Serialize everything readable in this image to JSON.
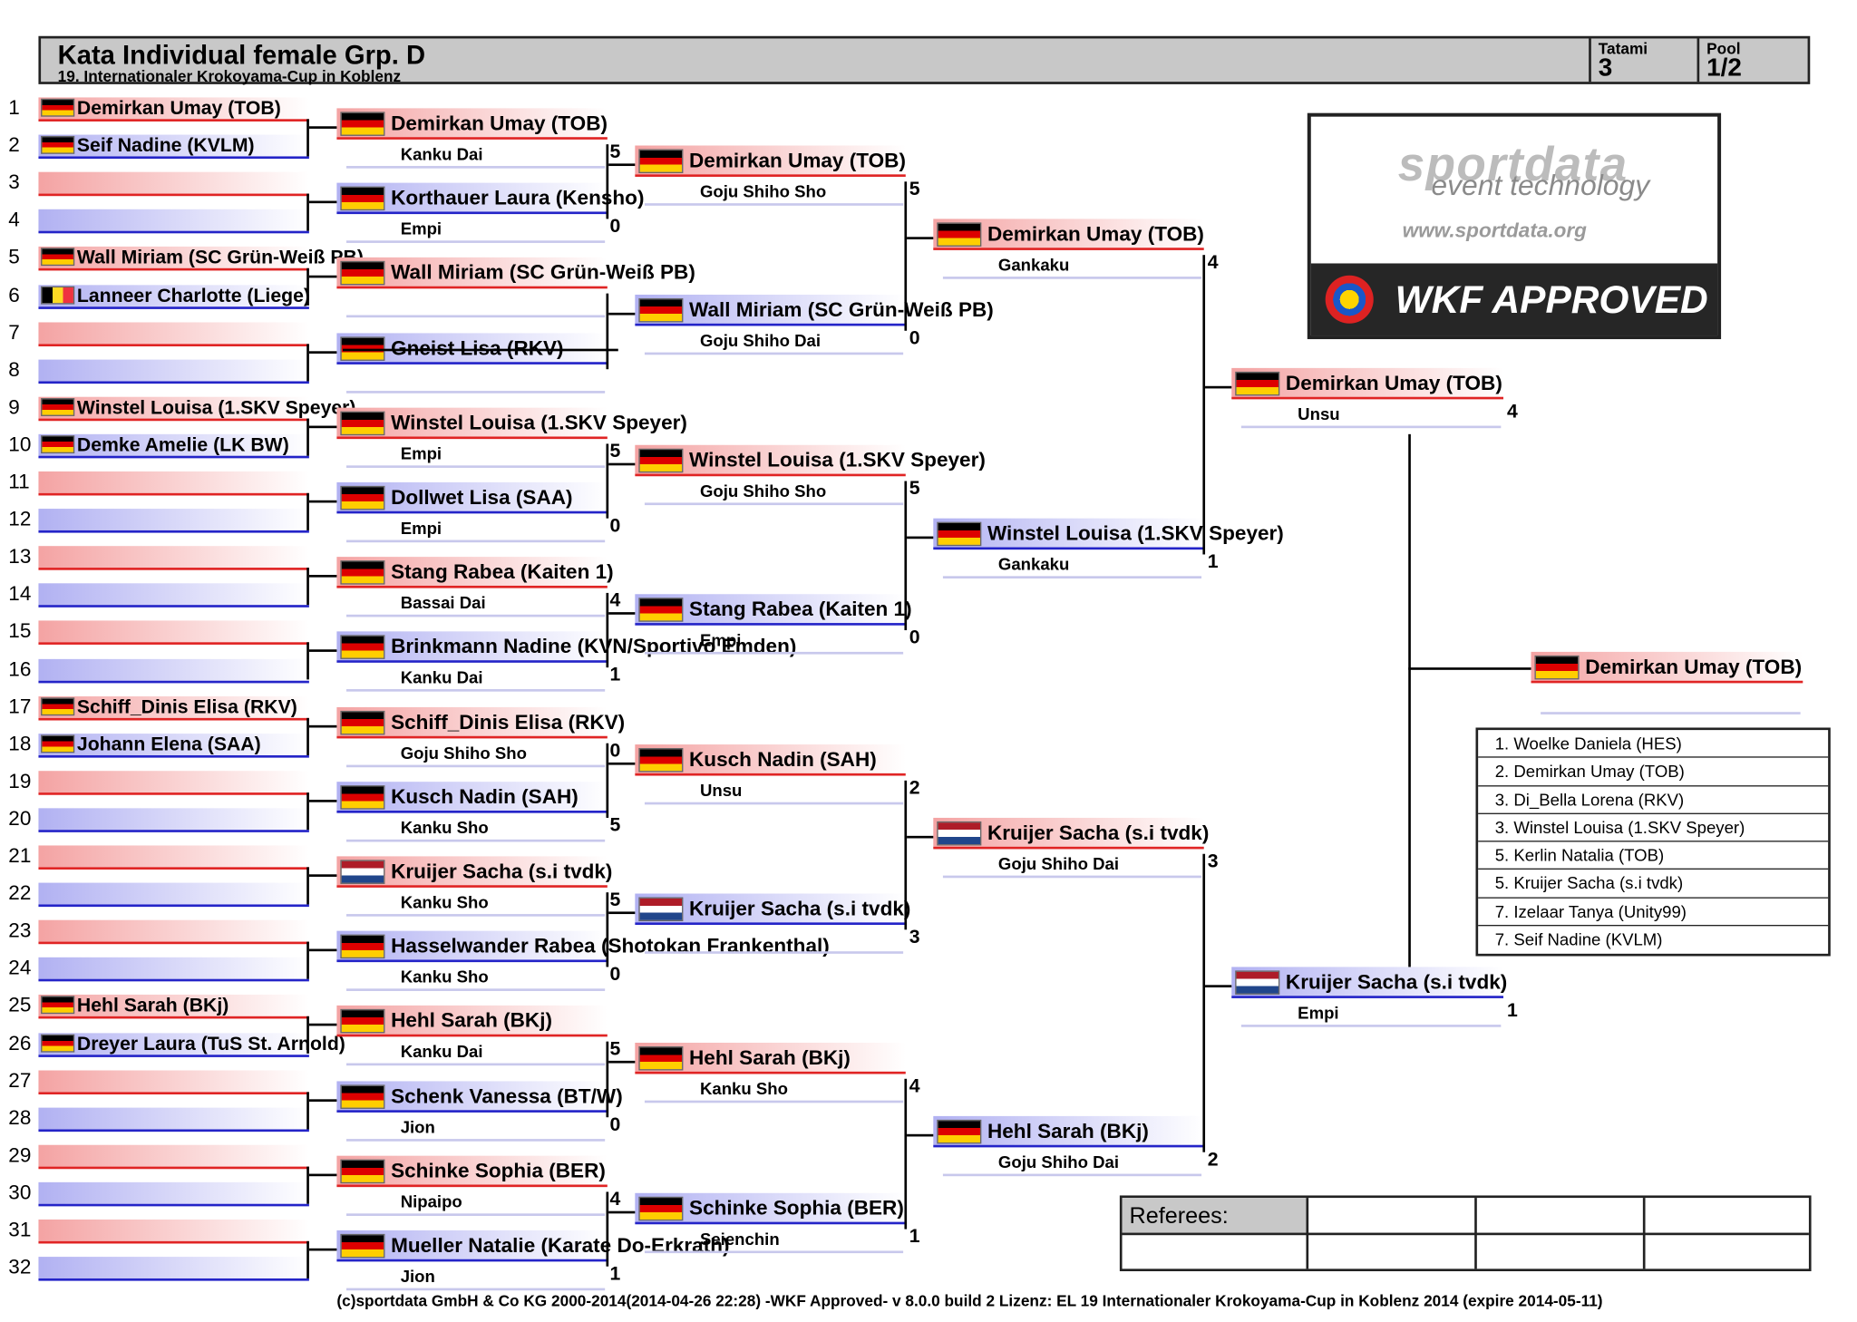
{
  "header": {
    "title": "Kata Individual female Grp. D",
    "subtitle": "19. Internationaler Krokoyama-Cup in Koblenz",
    "tatami_label": "Tatami",
    "tatami_value": "3",
    "pool_label": "Pool",
    "pool_value": "1/2"
  },
  "colors": {
    "aka": "#e02424",
    "ao": "#2424c8"
  },
  "slots": [
    {
      "n": "1",
      "name": "Demirkan Umay (TOB)",
      "flag": "de"
    },
    {
      "n": "2",
      "name": "Seif Nadine (KVLM)",
      "flag": "de"
    },
    {
      "n": "3",
      "name": "",
      "flag": ""
    },
    {
      "n": "4",
      "name": "",
      "flag": ""
    },
    {
      "n": "5",
      "name": "Wall Miriam (SC Grün-Weiß PB)",
      "flag": "de"
    },
    {
      "n": "6",
      "name": "Lanneer Charlotte (Liege)",
      "flag": "be"
    },
    {
      "n": "7",
      "name": "",
      "flag": ""
    },
    {
      "n": "8",
      "name": "",
      "flag": ""
    },
    {
      "n": "9",
      "name": "Winstel Louisa (1.SKV Speyer)",
      "flag": "de"
    },
    {
      "n": "10",
      "name": "Demke Amelie (LK BW)",
      "flag": "de"
    },
    {
      "n": "11",
      "name": "",
      "flag": ""
    },
    {
      "n": "12",
      "name": "",
      "flag": ""
    },
    {
      "n": "13",
      "name": "",
      "flag": ""
    },
    {
      "n": "14",
      "name": "",
      "flag": ""
    },
    {
      "n": "15",
      "name": "",
      "flag": ""
    },
    {
      "n": "16",
      "name": "",
      "flag": ""
    },
    {
      "n": "17",
      "name": "Schiff_Dinis Elisa (RKV)",
      "flag": "de"
    },
    {
      "n": "18",
      "name": "Johann Elena (SAA)",
      "flag": "de"
    },
    {
      "n": "19",
      "name": "",
      "flag": ""
    },
    {
      "n": "20",
      "name": "",
      "flag": ""
    },
    {
      "n": "21",
      "name": "",
      "flag": ""
    },
    {
      "n": "22",
      "name": "",
      "flag": ""
    },
    {
      "n": "23",
      "name": "",
      "flag": ""
    },
    {
      "n": "24",
      "name": "",
      "flag": ""
    },
    {
      "n": "25",
      "name": "Hehl Sarah (BKj)",
      "flag": "de"
    },
    {
      "n": "26",
      "name": "Dreyer Laura (TuS St. Arnold)",
      "flag": "de"
    },
    {
      "n": "27",
      "name": "",
      "flag": ""
    },
    {
      "n": "28",
      "name": "",
      "flag": ""
    },
    {
      "n": "29",
      "name": "",
      "flag": ""
    },
    {
      "n": "30",
      "name": "",
      "flag": ""
    },
    {
      "n": "31",
      "name": "",
      "flag": ""
    },
    {
      "n": "32",
      "name": "",
      "flag": ""
    }
  ],
  "round2": [
    {
      "name": "Demirkan Umay (TOB)",
      "flag": "de",
      "kata": "Kanku Dai",
      "score": "5"
    },
    {
      "name": "Korthauer Laura (Kensho)",
      "flag": "de",
      "kata": "Empi",
      "score": "0"
    },
    {
      "name": "Wall Miriam (SC Grün-Weiß PB)",
      "flag": "de",
      "kata": "",
      "score": ""
    },
    {
      "name": "Gneist Lisa (RKV)",
      "flag": "de",
      "kata": "",
      "score": ""
    },
    {
      "name": "Winstel Louisa (1.SKV Speyer)",
      "flag": "de",
      "kata": "Empi",
      "score": "5"
    },
    {
      "name": "Dollwet Lisa (SAA)",
      "flag": "de",
      "kata": "Empi",
      "score": "0"
    },
    {
      "name": "Stang Rabea (Kaiten 1)",
      "flag": "de",
      "kata": "Bassai Dai",
      "score": "4"
    },
    {
      "name": "Brinkmann Nadine (KVN/Sportivo Emden)",
      "flag": "de",
      "kata": "Kanku Dai",
      "score": "1"
    },
    {
      "name": "Schiff_Dinis Elisa (RKV)",
      "flag": "de",
      "kata": "Goju Shiho Sho",
      "score": "0"
    },
    {
      "name": "Kusch Nadin (SAH)",
      "flag": "de",
      "kata": "Kanku Sho",
      "score": "5"
    },
    {
      "name": "Kruijer Sacha (s.i tvdk)",
      "flag": "nl",
      "kata": "Kanku Sho",
      "score": "5"
    },
    {
      "name": "Hasselwander Rabea (Shotokan Frankenthal)",
      "flag": "de",
      "kata": "Kanku Sho",
      "score": "0"
    },
    {
      "name": "Hehl Sarah (BKj)",
      "flag": "de",
      "kata": "Kanku Dai",
      "score": "5"
    },
    {
      "name": "Schenk Vanessa (BT/W)",
      "flag": "de",
      "kata": "Jion",
      "score": "0"
    },
    {
      "name": "Schinke Sophia (BER)",
      "flag": "de",
      "kata": "Nipaipo",
      "score": "4"
    },
    {
      "name": "Mueller Natalie (Karate Do-Erkrath)",
      "flag": "de",
      "kata": "Jion",
      "score": "1"
    }
  ],
  "round3": [
    {
      "name": "Demirkan Umay (TOB)",
      "flag": "de",
      "kata": "Goju Shiho Sho",
      "score": "5"
    },
    {
      "name": "Wall Miriam (SC Grün-Weiß PB)",
      "flag": "de",
      "kata": "Goju Shiho Dai",
      "score": "0"
    },
    {
      "name": "Winstel Louisa (1.SKV Speyer)",
      "flag": "de",
      "kata": "Goju Shiho Sho",
      "score": "5"
    },
    {
      "name": "Stang Rabea (Kaiten 1)",
      "flag": "de",
      "kata": "Empi",
      "score": "0"
    },
    {
      "name": "Kusch Nadin (SAH)",
      "flag": "de",
      "kata": "Unsu",
      "score": "2"
    },
    {
      "name": "Kruijer Sacha (s.i tvdk)",
      "flag": "nl",
      "kata": "",
      "score": "3"
    },
    {
      "name": "Hehl Sarah (BKj)",
      "flag": "de",
      "kata": "Kanku Sho",
      "score": "4"
    },
    {
      "name": "Schinke Sophia (BER)",
      "flag": "de",
      "kata": "Seienchin",
      "score": "1"
    }
  ],
  "round4": [
    {
      "name": "Demirkan Umay (TOB)",
      "flag": "de",
      "kata": "Gankaku",
      "score": "4"
    },
    {
      "name": "Winstel Louisa (1.SKV Speyer)",
      "flag": "de",
      "kata": "Gankaku",
      "score": "1"
    },
    {
      "name": "Kruijer Sacha (s.i tvdk)",
      "flag": "nl",
      "kata": "Goju Shiho Dai",
      "score": "3"
    },
    {
      "name": "Hehl Sarah (BKj)",
      "flag": "de",
      "kata": "Goju Shiho Dai",
      "score": "2"
    }
  ],
  "round5": [
    {
      "name": "Demirkan Umay (TOB)",
      "flag": "de",
      "kata": "Unsu",
      "score": "4"
    },
    {
      "name": "Kruijer Sacha (s.i tvdk)",
      "flag": "nl",
      "kata": "Empi",
      "score": "1"
    }
  ],
  "winner": {
    "name": "Demirkan Umay (TOB)",
    "flag": "de"
  },
  "ranking": [
    "1. Woelke Daniela (HES)",
    "2. Demirkan Umay (TOB)",
    "3. Di_Bella Lorena (RKV)",
    "3. Winstel Louisa (1.SKV Speyer)",
    "5. Kerlin Natalia (TOB)",
    "5. Kruijer Sacha (s.i tvdk)",
    "7. Izelaar Tanya (Unity99)",
    "7. Seif Nadine (KVLM)"
  ],
  "logo": {
    "brand": "sportdata",
    "tagline": "event technology",
    "url": "www.sportdata.org",
    "approved": "WKF APPROVED"
  },
  "referees_label": "Referees:",
  "footer": "(c)sportdata GmbH & Co KG 2000-2014(2014-04-26 22:28) -WKF Approved- v 8.0.0 build 2 Lizenz: EL 19 Internationaler Krokoyama-Cup in Koblenz 2014 (expire 2014-05-11)"
}
